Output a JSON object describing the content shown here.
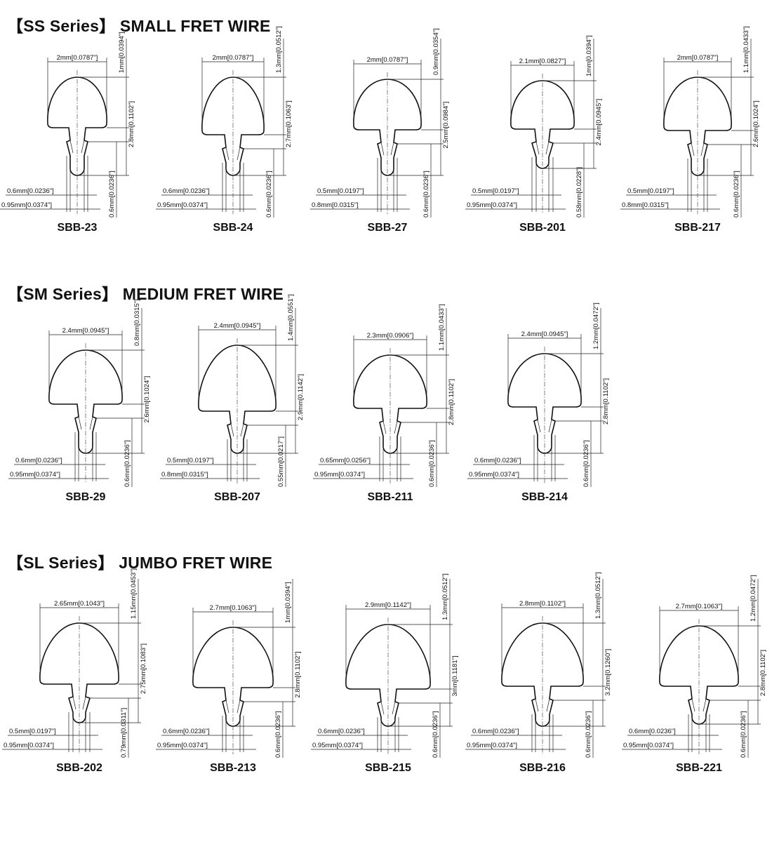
{
  "sections": [
    {
      "title": "【SS Series】 SMALL FRET WIRE",
      "items": [
        {
          "model": "SBB-23",
          "crown": "2mm[0.0787\"]",
          "crown_h": "1mm[0.0394\"]",
          "height": "2.8mm[0.1102\"]",
          "tang_h": "0.6mm[0.0236\"]",
          "tang_w": "0.6mm[0.0236\"]",
          "barb_w": "0.95mm[0.0374\"]",
          "stud_h": ""
        },
        {
          "model": "SBB-24",
          "crown": "2mm[0.0787\"]",
          "crown_h": "1.3mm[0.0512\"]",
          "height": "2.7mm[0.1063\"]",
          "tang_h": "0.6mm[0.0236\"]",
          "tang_w": "0.6mm[0.0236\"]",
          "barb_w": "0.95mm[0.0374\"]",
          "stud_h": ""
        },
        {
          "model": "SBB-27",
          "crown": "2mm[0.0787\"]",
          "crown_h": "0.9mm[0.0354\"]",
          "height": "2.5mm[0.0984\"]",
          "tang_h": "0.6mm[0.0236\"]",
          "tang_w": "0.5mm[0.0197\"]",
          "barb_w": "0.8mm[0.0315\"]",
          "stud_h": ""
        },
        {
          "model": "SBB-201",
          "crown": "2.1mm[0.0827\"]",
          "crown_h": "1mm[0.0394\"]",
          "height": "2.4mm[0.0945\"]",
          "tang_h": "0.58mm[0.0228\"]",
          "tang_w": "0.5mm[0.0197\"]",
          "barb_w": "0.95mm[0.0374\"]",
          "stud_h": ""
        },
        {
          "model": "SBB-217",
          "crown": "2mm[0.0787\"]",
          "crown_h": "1.1mm[0.0433\"]",
          "height": "2.6mm[0.1024\"]",
          "tang_h": "0.6mm[0.0236\"]",
          "tang_w": "0.5mm[0.0197\"]",
          "barb_w": "0.8mm[0.0315\"]",
          "stud_h": ""
        }
      ]
    },
    {
      "title": "【SM Series】 MEDIUM FRET WIRE",
      "items": [
        {
          "model": "SBB-29",
          "crown": "2.4mm[0.0945\"]",
          "crown_h": "0.8mm[0.0315\"]",
          "height": "2.6mm[0.1024\"]",
          "tang_h": "0.6mm[0.0236\"]",
          "tang_w": "0.6mm[0.0236\"]",
          "barb_w": "0.95mm[0.0374\"]",
          "stud_h": ""
        },
        {
          "model": "SBB-207",
          "crown": "2.4mm[0.0945\"]",
          "crown_h": "1.4mm[0.0551\"]",
          "height": "2.9mm[0.1142\"]",
          "tang_h": "0.55mm[0.0217\"]",
          "tang_w": "0.5mm[0.0197\"]",
          "barb_w": "0.8mm[0.0315\"]",
          "stud_h": ""
        },
        {
          "model": "SBB-211",
          "crown": "2.3mm[0.0906\"]",
          "crown_h": "1.1mm[0.0433\"]",
          "height": "2.8mm[0.1102\"]",
          "tang_h": "0.6mm[0.0236\"]",
          "tang_w": "0.65mm[0.0256\"]",
          "barb_w": "0.95mm[0.0374\"]",
          "stud_h": ""
        },
        {
          "model": "SBB-214",
          "crown": "2.4mm[0.0945\"]",
          "crown_h": "1.2mm[0.0472\"]",
          "height": "2.8mm[0.1102\"]",
          "tang_h": "0.6mm[0.0236\"]",
          "tang_w": "0.6mm[0.0236\"]",
          "barb_w": "0.95mm[0.0374\"]",
          "stud_h": ""
        }
      ]
    },
    {
      "title": "【SL Series】 JUMBO FRET WIRE",
      "items": [
        {
          "model": "SBB-202",
          "crown": "2.65mm[0.1043\"]",
          "crown_h": "1.15mm[0.0453\"]",
          "height": "2.75mm[0.1083\"]",
          "tang_h": "0.79mm[0.0311\"]",
          "tang_w": "0.5mm[0.0197\"]",
          "barb_w": "0.95mm[0.0374\"]",
          "stud_h": ""
        },
        {
          "model": "SBB-213",
          "crown": "2.7mm[0.1063\"]",
          "crown_h": "1mm[0.0394\"]",
          "height": "2.8mm[0.1102\"]",
          "tang_h": "0.6mm[0.0236\"]",
          "tang_w": "0.6mm[0.0236\"]",
          "barb_w": "0.95mm[0.0374\"]",
          "stud_h": ""
        },
        {
          "model": "SBB-215",
          "crown": "2.9mm[0.1142\"]",
          "crown_h": "1.3mm[0.0512\"]",
          "height": "3mm[0.1181\"]",
          "tang_h": "0.6mm[0.0236\"]",
          "tang_w": "0.6mm[0.0236\"]",
          "barb_w": "0.95mm[0.0374\"]",
          "stud_h": ""
        },
        {
          "model": "SBB-216",
          "crown": "2.8mm[0.1102\"]",
          "crown_h": "1.3mm[0.0512\"]",
          "height": "3.2mm[0.1260\"]",
          "tang_h": "0.6mm[0.0236\"]",
          "tang_w": "0.6mm[0.0236\"]",
          "barb_w": "0.95mm[0.0374\"]",
          "stud_h": ""
        },
        {
          "model": "SBB-221",
          "crown": "2.7mm[0.1063\"]",
          "crown_h": "1.2mm[0.0472\"]",
          "height": "2.8mm[0.1102\"]",
          "tang_h": "0.6mm[0.0236\"]",
          "tang_w": "0.6mm[0.0236\"]",
          "barb_w": "0.95mm[0.0374\"]",
          "stud_h": ""
        }
      ]
    }
  ]
}
